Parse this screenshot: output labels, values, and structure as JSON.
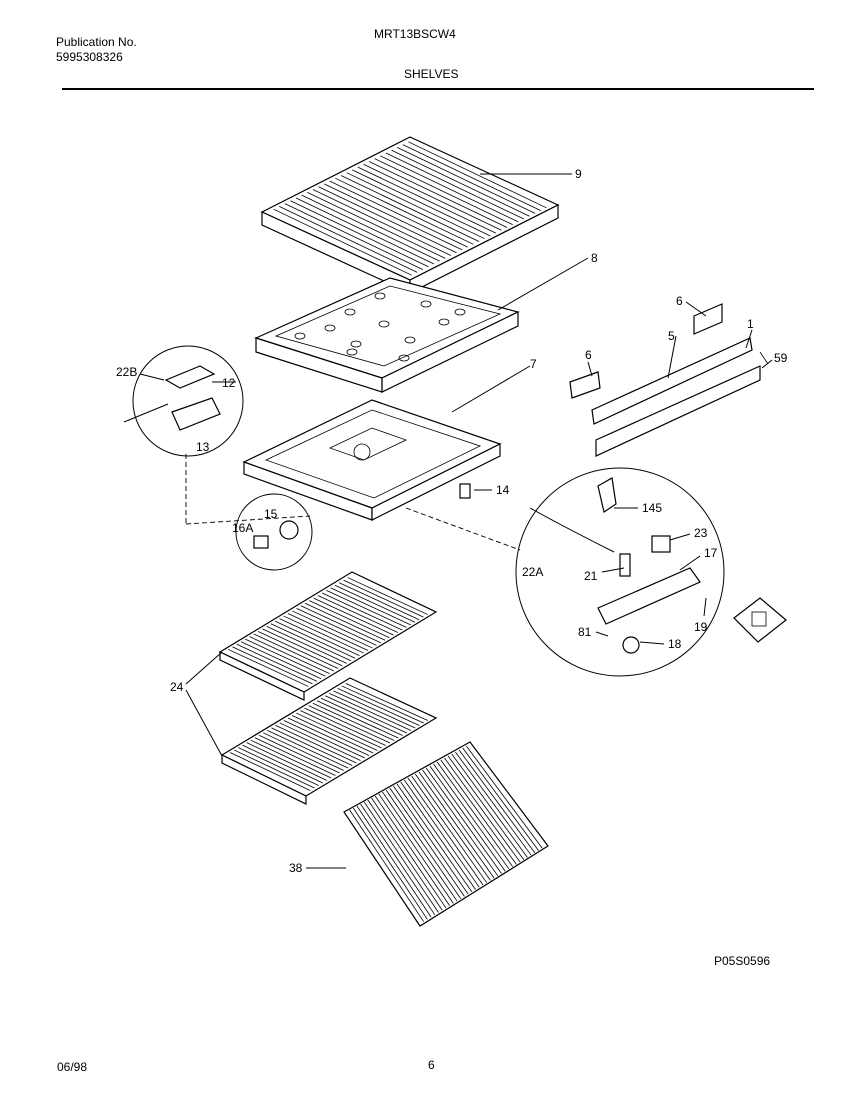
{
  "header": {
    "publication_label": "Publication No.",
    "publication_number": "5995308326",
    "model": "MRT13BSCW4",
    "section": "SHELVES"
  },
  "footer": {
    "diagram_code": "P05S0596",
    "date": "06/98",
    "page": "6"
  },
  "callouts": {
    "c9": "9",
    "c8": "8",
    "c7": "7",
    "c6a": "6",
    "c6b": "6",
    "c5": "5",
    "c1": "1",
    "c59": "59",
    "c22b": "22B",
    "c12": "12",
    "c13": "13",
    "c14": "14",
    "c15": "15",
    "c16a": "16A",
    "c145": "145",
    "c23": "23",
    "c17": "17",
    "c22a": "22A",
    "c21": "21",
    "c81": "81",
    "c18": "18",
    "c19": "19",
    "c24": "24",
    "c38": "38"
  }
}
